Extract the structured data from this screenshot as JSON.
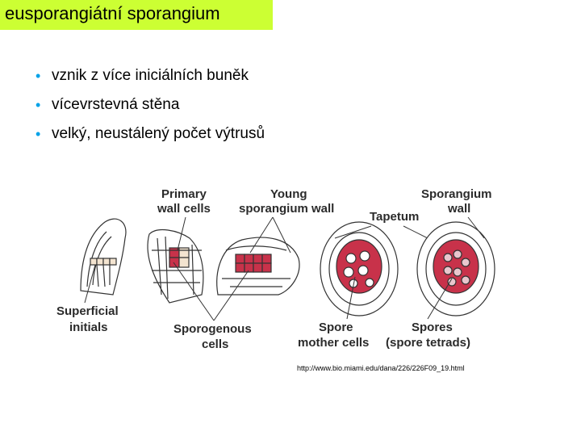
{
  "slide": {
    "title": "eusporangiátní sporangium",
    "bullets": [
      "vznik z více iniciálních buněk",
      "vícevrstevná stěna",
      "velký, neustálený počet výtrusů"
    ],
    "source_url": "http://www.bio.miami.edu/dana/226/226F09_19.html"
  },
  "diagram": {
    "labels": {
      "primary_wall_1": "Primary",
      "primary_wall_2": "wall cells",
      "young_wall_1": "Young",
      "young_wall_2": "sporangium wall",
      "tapetum": "Tapetum",
      "sporangium_wall_1": "Sporangium",
      "sporangium_wall_2": "wall",
      "superficial_1": "Superficial",
      "superficial_2": "initials",
      "sporogenous_1": "Sporogenous",
      "sporogenous_2": "cells",
      "mother_1": "Spore",
      "mother_2": "mother cells",
      "spores_1": "Spores",
      "spores_2": "(spore tetrads)"
    },
    "colors": {
      "sporogenous": "#c8324a",
      "cell_fill": "#ffffff",
      "initial_fill": "#f3e4d0",
      "outline": "#333333"
    }
  }
}
